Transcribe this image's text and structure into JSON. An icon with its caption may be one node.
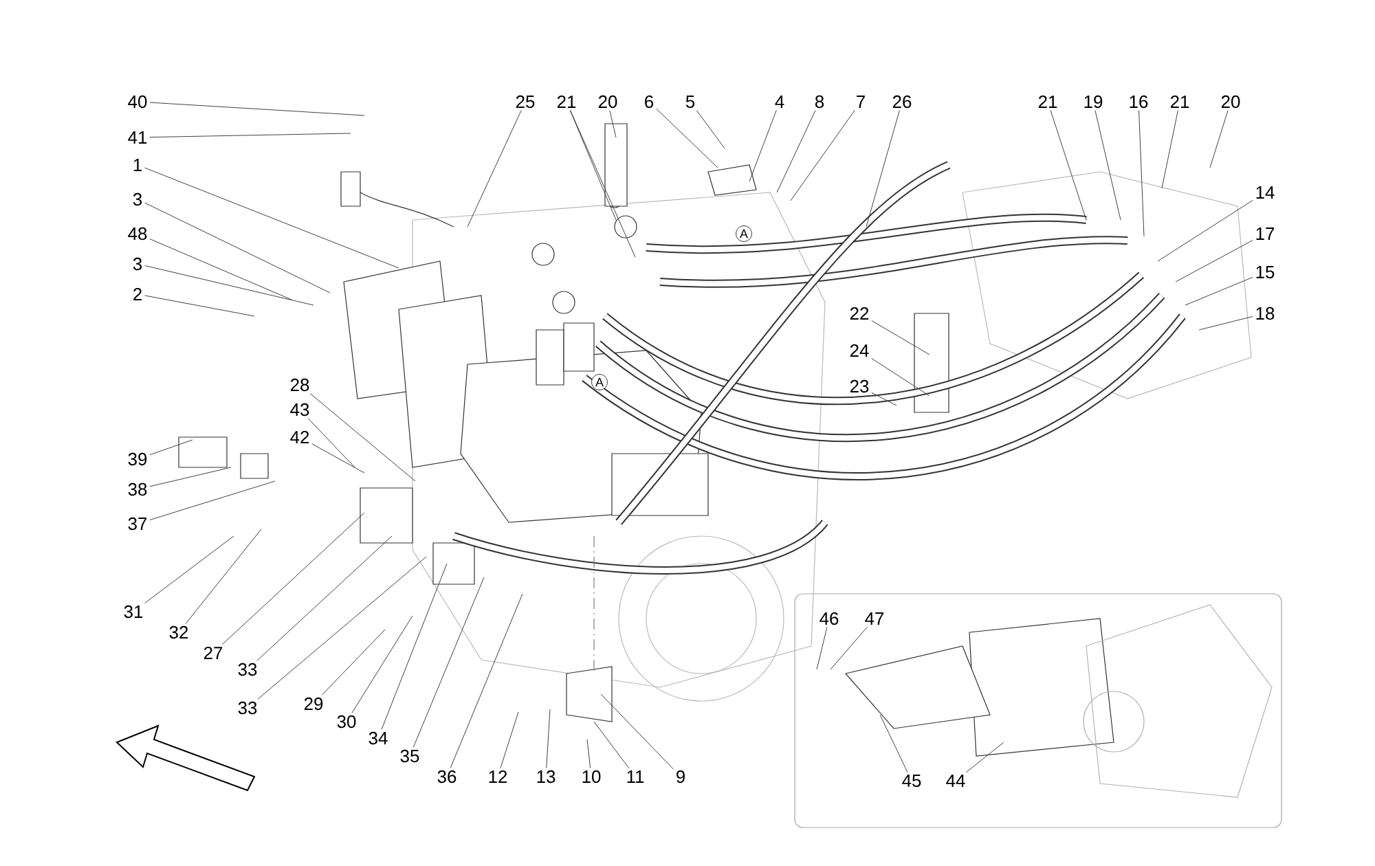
{
  "diagram": {
    "nodes": [
      {
        "text": [
          "40"
        ]
      },
      {
        "text": [
          "41"
        ]
      },
      {
        "text": [
          "1"
        ]
      },
      {
        "text": [
          "3"
        ]
      },
      {
        "text": [
          "48"
        ]
      },
      {
        "text": [
          "3"
        ]
      },
      {
        "text": [
          "2"
        ]
      },
      {
        "text": [
          "25"
        ]
      },
      {
        "text": [
          "21"
        ]
      },
      {
        "text": [
          "20"
        ]
      },
      {
        "text": [
          "6"
        ]
      },
      {
        "text": [
          "5"
        ]
      },
      {
        "text": [
          "4"
        ]
      },
      {
        "text": [
          "8"
        ]
      },
      {
        "text": [
          "7"
        ]
      },
      {
        "text": [
          "26"
        ]
      },
      {
        "text": [
          "21"
        ]
      },
      {
        "text": [
          "19"
        ]
      },
      {
        "text": [
          "16"
        ]
      },
      {
        "text": [
          "21"
        ]
      },
      {
        "text": [
          "20"
        ]
      },
      {
        "text": [
          "14"
        ]
      },
      {
        "text": [
          "17"
        ]
      },
      {
        "text": [
          "15"
        ]
      },
      {
        "text": [
          "18"
        ]
      },
      {
        "text": [
          "22"
        ]
      },
      {
        "text": [
          "24"
        ]
      },
      {
        "text": [
          "23"
        ]
      },
      {
        "text": [
          "28"
        ]
      },
      {
        "text": [
          "43"
        ]
      },
      {
        "text": [
          "42"
        ]
      },
      {
        "text": [
          "39"
        ]
      },
      {
        "text": [
          "38"
        ]
      },
      {
        "text": [
          "37"
        ]
      },
      {
        "text": [
          "31"
        ]
      },
      {
        "text": [
          "32"
        ]
      },
      {
        "text": [
          "27"
        ]
      },
      {
        "text": [
          "33"
        ]
      },
      {
        "text": [
          "33"
        ]
      },
      {
        "text": [
          "29"
        ]
      },
      {
        "text": [
          "30"
        ]
      },
      {
        "text": [
          "34"
        ]
      },
      {
        "text": [
          "35"
        ]
      },
      {
        "text": [
          "36"
        ]
      },
      {
        "text": [
          "12"
        ]
      },
      {
        "text": [
          "13"
        ]
      },
      {
        "text": [
          "10"
        ]
      },
      {
        "text": [
          "11"
        ]
      },
      {
        "text": [
          "9"
        ]
      },
      {
        "text": [
          "46"
        ]
      },
      {
        "text": [
          "47"
        ]
      },
      {
        "text": [
          "45"
        ]
      },
      {
        "text": [
          "44"
        ]
      }
    ],
    "edges": [
      {
        "from": 0,
        "to": null,
        "arrow": "none"
      },
      {
        "from": 1,
        "to": null,
        "arrow": "none"
      },
      {
        "from": 2,
        "to": null,
        "arrow": "none"
      },
      {
        "from": 3,
        "to": null,
        "arrow": "none"
      },
      {
        "from": 4,
        "to": null,
        "arrow": "none"
      },
      {
        "from": 5,
        "to": null,
        "arrow": "none"
      },
      {
        "from": 6,
        "to": null,
        "arrow": "none"
      },
      {
        "from": 7,
        "to": null,
        "arrow": "none"
      },
      {
        "from": 8,
        "to": null,
        "arrow": "none"
      },
      {
        "from": 9,
        "to": null,
        "arrow": "none"
      },
      {
        "from": 10,
        "to": null,
        "arrow": "none"
      },
      {
        "from": 11,
        "to": null,
        "arrow": "none"
      },
      {
        "from": 12,
        "to": null,
        "arrow": "none"
      },
      {
        "from": 13,
        "to": null,
        "arrow": "none"
      },
      {
        "from": 14,
        "to": null,
        "arrow": "none"
      },
      {
        "from": 15,
        "to": null,
        "arrow": "none"
      },
      {
        "from": 16,
        "to": null,
        "arrow": "none"
      },
      {
        "from": 17,
        "to": null,
        "arrow": "none"
      },
      {
        "from": 18,
        "to": null,
        "arrow": "none"
      },
      {
        "from": 19,
        "to": null,
        "arrow": "none"
      },
      {
        "from": 20,
        "to": null,
        "arrow": "none"
      },
      {
        "from": 21,
        "to": null,
        "arrow": "none"
      },
      {
        "from": 22,
        "to": null,
        "arrow": "none"
      },
      {
        "from": 23,
        "to": null,
        "arrow": "none"
      },
      {
        "from": 24,
        "to": null,
        "arrow": "none"
      },
      {
        "from": 25,
        "to": null,
        "arrow": "none"
      },
      {
        "from": 26,
        "to": null,
        "arrow": "none"
      },
      {
        "from": 27,
        "to": null,
        "arrow": "none"
      },
      {
        "from": 28,
        "to": null,
        "arrow": "none"
      },
      {
        "from": 29,
        "to": null,
        "arrow": "none"
      },
      {
        "from": 30,
        "to": null,
        "arrow": "none"
      },
      {
        "from": 31,
        "to": null,
        "arrow": "none"
      },
      {
        "from": 32,
        "to": null,
        "arrow": "none"
      },
      {
        "from": 33,
        "to": null,
        "arrow": "none"
      },
      {
        "from": 34,
        "to": null,
        "arrow": "none"
      },
      {
        "from": 35,
        "to": null,
        "arrow": "none"
      },
      {
        "from": 36,
        "to": null,
        "arrow": "none"
      },
      {
        "from": 37,
        "to": null,
        "arrow": "none"
      },
      {
        "from": 38,
        "to": null,
        "arrow": "none"
      },
      {
        "from": 39,
        "to": null,
        "arrow": "none"
      },
      {
        "from": 40,
        "to": null,
        "arrow": "none"
      },
      {
        "from": 41,
        "to": null,
        "arrow": "none"
      },
      {
        "from": 42,
        "to": null,
        "arrow": "none"
      },
      {
        "from": 43,
        "to": null,
        "arrow": "none"
      },
      {
        "from": 44,
        "to": null,
        "arrow": "none"
      },
      {
        "from": 45,
        "to": null,
        "arrow": "none"
      },
      {
        "from": 46,
        "to": null,
        "arrow": "none"
      },
      {
        "from": 47,
        "to": null,
        "arrow": "none"
      },
      {
        "from": 48,
        "to": null,
        "arrow": "none"
      },
      {
        "from": 49,
        "to": null,
        "arrow": "none"
      },
      {
        "from": 50,
        "to": null,
        "arrow": "none"
      },
      {
        "from": 51,
        "to": null,
        "arrow": "none"
      },
      {
        "from": 52,
        "to": null,
        "arrow": "none"
      },
      {
        "from": 8,
        "to": null,
        "arrow": "none"
      }
    ],
    "labels": [
      "A",
      "A"
    ]
  }
}
